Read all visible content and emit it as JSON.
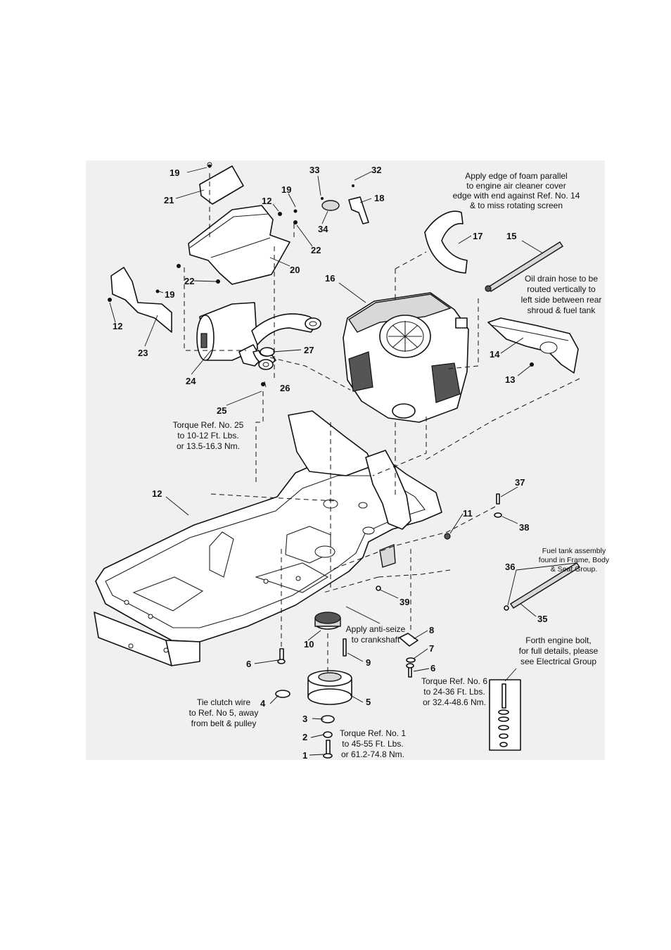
{
  "callouts": {
    "c19a": "19",
    "c21": "21",
    "c33": "33",
    "c32": "32",
    "c18": "18",
    "c34": "34",
    "c12a": "12",
    "c19b": "19",
    "c22a": "22",
    "c20": "20",
    "c22b": "22",
    "c19c": "19",
    "c12b": "12",
    "c23": "23",
    "c17": "17",
    "c15": "15",
    "c16": "16",
    "c27": "27",
    "c24": "24",
    "c26": "26",
    "c25": "25",
    "c14": "14",
    "c13": "13",
    "c12c": "12",
    "c11": "11",
    "c37": "37",
    "c38": "38",
    "c39": "39",
    "c36": "36",
    "c35": "35",
    "c10": "10",
    "c8": "8",
    "c7": "7",
    "c9": "9",
    "c6a": "6",
    "c6b": "6",
    "c4": "4",
    "c5": "5",
    "c3": "3",
    "c2": "2",
    "c1": "1"
  },
  "notes": {
    "foam": [
      "Apply edge of foam parallel",
      "to engine air cleaner cover",
      "edge with end against Ref. No. 14",
      "& to miss rotating screen"
    ],
    "oil_drain": [
      "Oil drain hose to be",
      "routed vertically to",
      "left side between rear",
      "shroud & fuel tank"
    ],
    "torque25": [
      "Torque Ref. No. 25",
      "to 10-12 Ft. Lbs.",
      "or 13.5-16.3 Nm."
    ],
    "fuel_tank": [
      "Fuel tank assembly",
      "found in Frame, Body",
      "& Seat Group."
    ],
    "anti_seize": [
      "Apply anti-seize",
      "to crankshaft"
    ],
    "engine_bolt": [
      "Forth engine bolt,",
      "for full details, please",
      "see Electrical Group"
    ],
    "torque6": [
      "Torque Ref. No. 6",
      "to 24-36 Ft. Lbs.",
      "or 32.4-48.6 Nm."
    ],
    "clutch_wire": [
      "Tie clutch wire",
      "to Ref. No 5, away",
      "from belt & pulley"
    ],
    "torque1": [
      "Torque Ref. No. 1",
      "to 45-55 Ft. Lbs.",
      "or 61.2-74.8 Nm."
    ]
  }
}
